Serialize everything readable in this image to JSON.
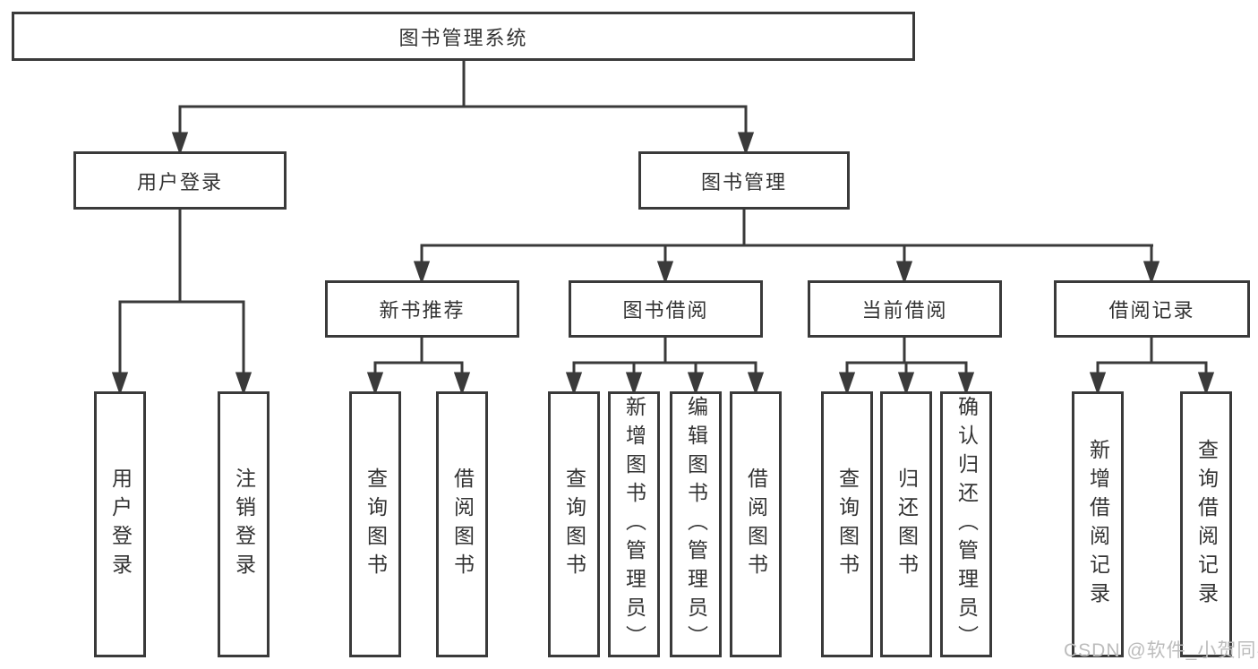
{
  "tree": {
    "root": "图书管理系统",
    "branches": [
      {
        "label": "用户登录",
        "leaves": [
          "用户登录",
          "注销登录"
        ]
      },
      {
        "label": "图书管理",
        "groups": [
          {
            "label": "新书推荐",
            "leaves": [
              "查询图书",
              "借阅图书"
            ]
          },
          {
            "label": "图书借阅",
            "leaves": [
              "查询图书",
              "新增图书（管理员）",
              "编辑图书（管理员）",
              "借阅图书"
            ]
          },
          {
            "label": "当前借阅",
            "leaves": [
              "查询图书",
              "归还图书",
              "确认归还（管理员）"
            ]
          },
          {
            "label": "借阅记录",
            "leaves": [
              "新增借阅记录",
              "查询借阅记录"
            ]
          }
        ]
      }
    ]
  },
  "watermark": "CSDN @软件_小贺同学",
  "colors": {
    "line": "#3a3a3a",
    "text": "#333333",
    "watermark": "#bcbcbc",
    "background": "#ffffff"
  }
}
